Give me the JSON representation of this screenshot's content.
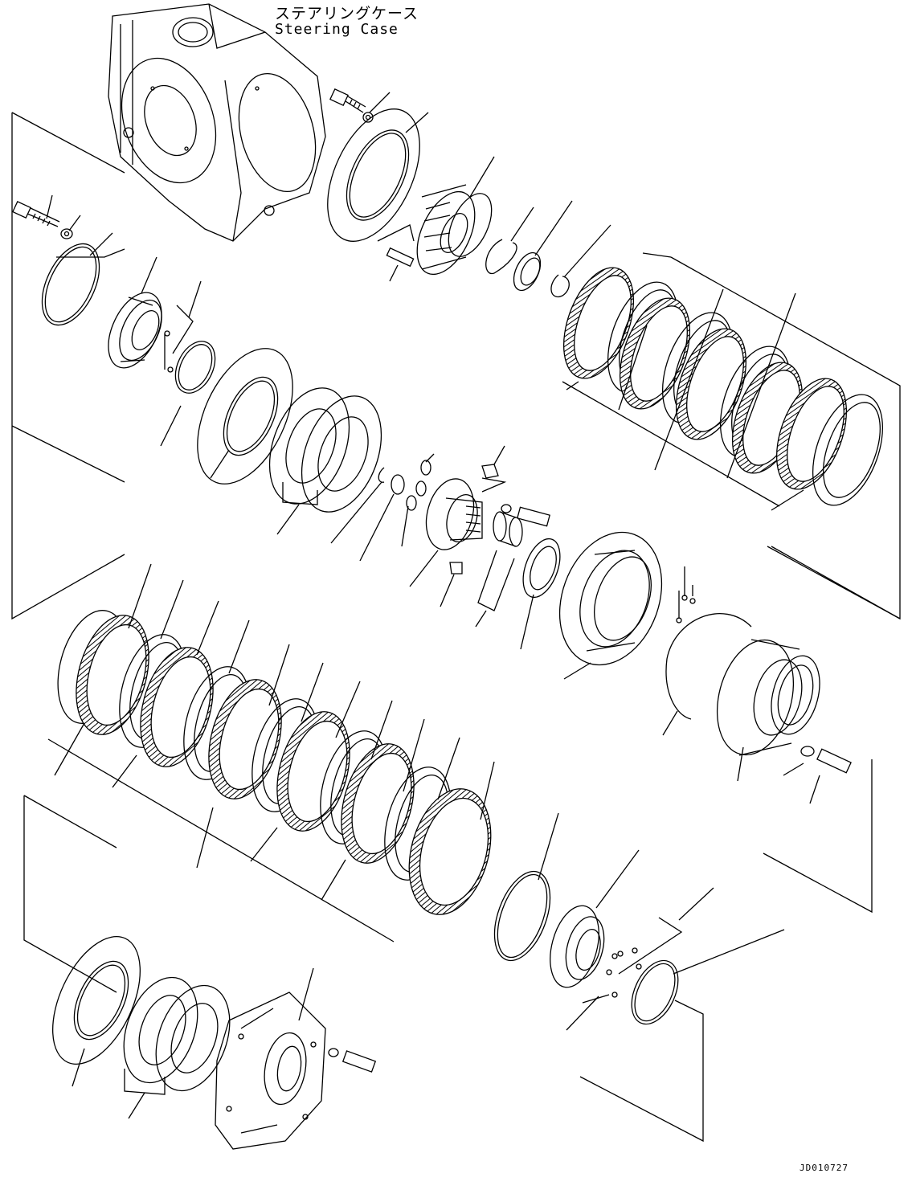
{
  "title": {
    "japanese": "ステアリングケース",
    "english": "Steering Case"
  },
  "drawing_id": "JD010727",
  "colors": {
    "line": "#000000",
    "background": "#ffffff"
  }
}
